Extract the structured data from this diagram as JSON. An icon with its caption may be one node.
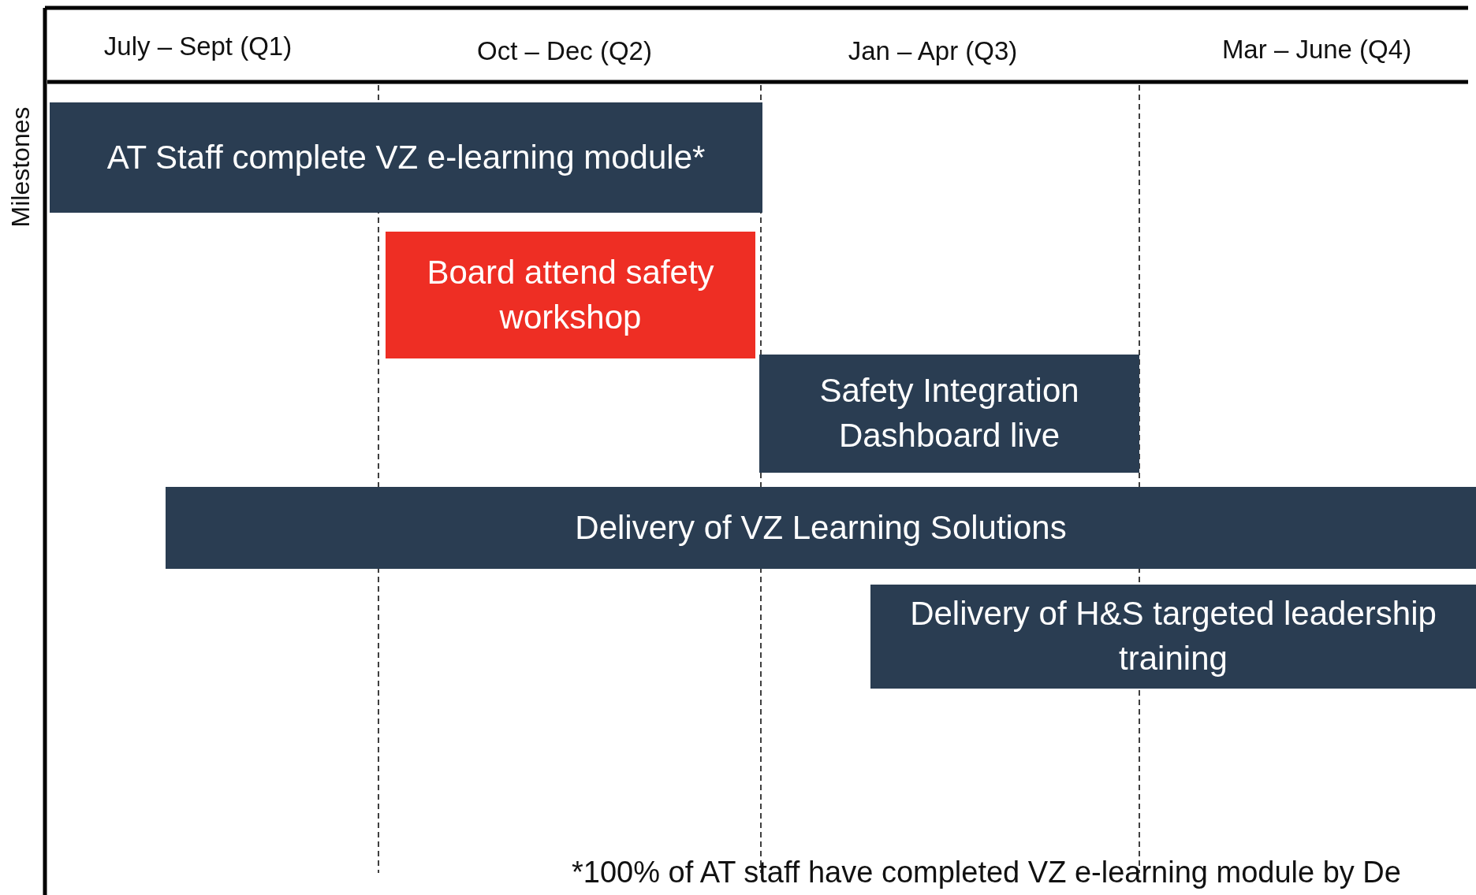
{
  "diagram": {
    "nodes": [
      {
        "text": [
          "AT Staff complete VZ e-learning module*"
        ]
      },
      {
        "text": [
          "Board attend safety workshop"
        ]
      },
      {
        "text": [
          "Safety Integration Dashboard live"
        ]
      },
      {
        "text": [
          "Delivery of VZ Learning Solutions"
        ]
      },
      {
        "text": [
          "Delivery of H&S targeted leadership training"
        ]
      }
    ],
    "labels": [
      "July – Sept (Q1)",
      "Oct – Dec (Q2)",
      "Jan – Apr (Q3)",
      "Mar – June (Q4)",
      "Milestones",
      "*100% of AT staff have completed VZ e-learning module by De"
    ]
  }
}
